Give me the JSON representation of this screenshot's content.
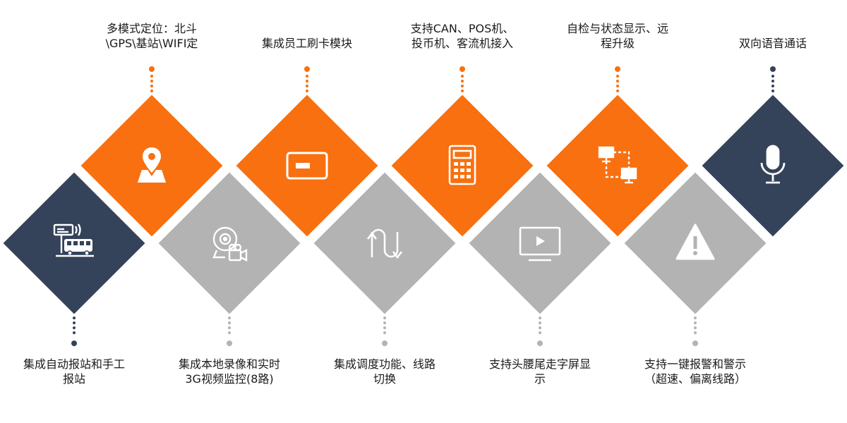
{
  "colors": {
    "orange": "#f87010",
    "navy": "#34425a",
    "gray": "#b3b3b3",
    "text": "#1a1a1a"
  },
  "features": [
    {
      "id": "auto-station",
      "row": "bottom",
      "color": "navy",
      "icon": "bus-station-icon",
      "lines": [
        "集成自动报站和手工",
        "报站"
      ]
    },
    {
      "id": "gps-positioning",
      "row": "top",
      "color": "orange",
      "icon": "map-pin-icon",
      "lines": [
        "多模式定位：北斗",
        "\\GPS\\基站\\WIFI定"
      ]
    },
    {
      "id": "video-monitoring",
      "row": "bottom",
      "color": "gray",
      "icon": "video-camera-icon",
      "lines": [
        "集成本地录像和实时",
        "3G视频监控(8路)"
      ]
    },
    {
      "id": "card-module",
      "row": "top",
      "color": "orange",
      "icon": "card-icon",
      "lines": [
        "集成员工刷卡模块"
      ]
    },
    {
      "id": "dispatch",
      "row": "bottom",
      "color": "gray",
      "icon": "route-switch-icon",
      "lines": [
        "集成调度功能、线路",
        "切换"
      ]
    },
    {
      "id": "can-pos",
      "row": "top",
      "color": "orange",
      "icon": "calculator-icon",
      "lines": [
        "支持CAN、POS机、",
        "投币机、客流机接入"
      ]
    },
    {
      "id": "led-display",
      "row": "bottom",
      "color": "gray",
      "icon": "monitor-play-icon",
      "lines": [
        "支持头腰尾走字屏显",
        "示"
      ]
    },
    {
      "id": "self-check",
      "row": "top",
      "color": "orange",
      "icon": "network-icon",
      "lines": [
        "自检与状态显示、远",
        "程升级"
      ]
    },
    {
      "id": "alarm",
      "row": "bottom",
      "color": "gray",
      "icon": "warning-icon",
      "lines": [
        "支持一键报警和警示",
        "（超速、偏离线路）"
      ]
    },
    {
      "id": "voice-call",
      "row": "top",
      "color": "navy",
      "icon": "microphone-icon",
      "lines": [
        "双向语音通话"
      ]
    }
  ]
}
